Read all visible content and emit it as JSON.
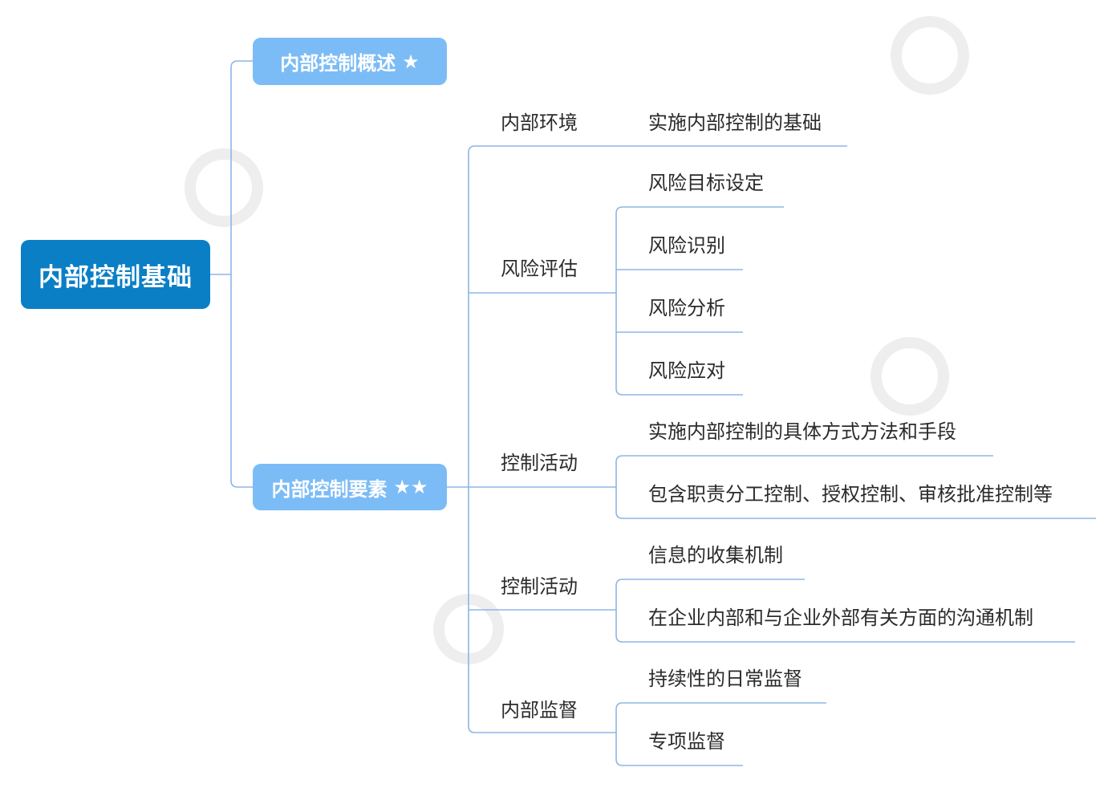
{
  "mindmap": {
    "root": "内部控制基础",
    "overview": {
      "label": "内部控制概述",
      "stars": "★"
    },
    "elements": {
      "label": "内部控制要素",
      "stars": "★★",
      "children": [
        {
          "label": "内部环境",
          "items": [
            "实施内部控制的基础"
          ]
        },
        {
          "label": "风险评估",
          "items": [
            "风险目标设定",
            "风险识别",
            "风险分析",
            "风险应对"
          ]
        },
        {
          "label": "控制活动",
          "items": [
            "实施内部控制的具体方式方法和手段",
            "包含职责分工控制、授权控制、审核批准控制等"
          ]
        },
        {
          "label": "控制活动",
          "items": [
            "信息的收集机制",
            "在企业内部和与企业外部有关方面的沟通机制"
          ]
        },
        {
          "label": "内部监督",
          "items": [
            "持续性的日常监督",
            "专项监督"
          ]
        }
      ]
    }
  },
  "colors": {
    "root": "#0a7fc6",
    "pill": "#7cbcf6",
    "line": "#8eb5e6"
  }
}
